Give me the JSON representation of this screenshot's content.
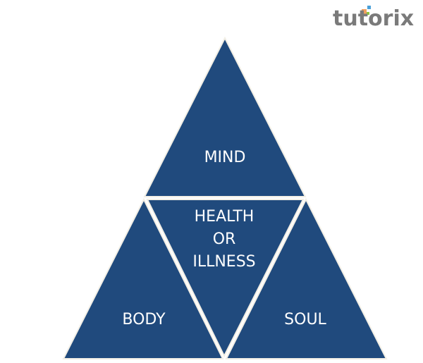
{
  "logo": {
    "text": "tutorix"
  },
  "diagram": {
    "top": "MIND",
    "center": [
      "HEALTH",
      "OR",
      "ILLNESS"
    ],
    "left": "BODY",
    "right": "SOUL"
  },
  "colors": {
    "fill": "#204a7d",
    "border": "#f2efe6",
    "logo": "#7a7a7a"
  }
}
